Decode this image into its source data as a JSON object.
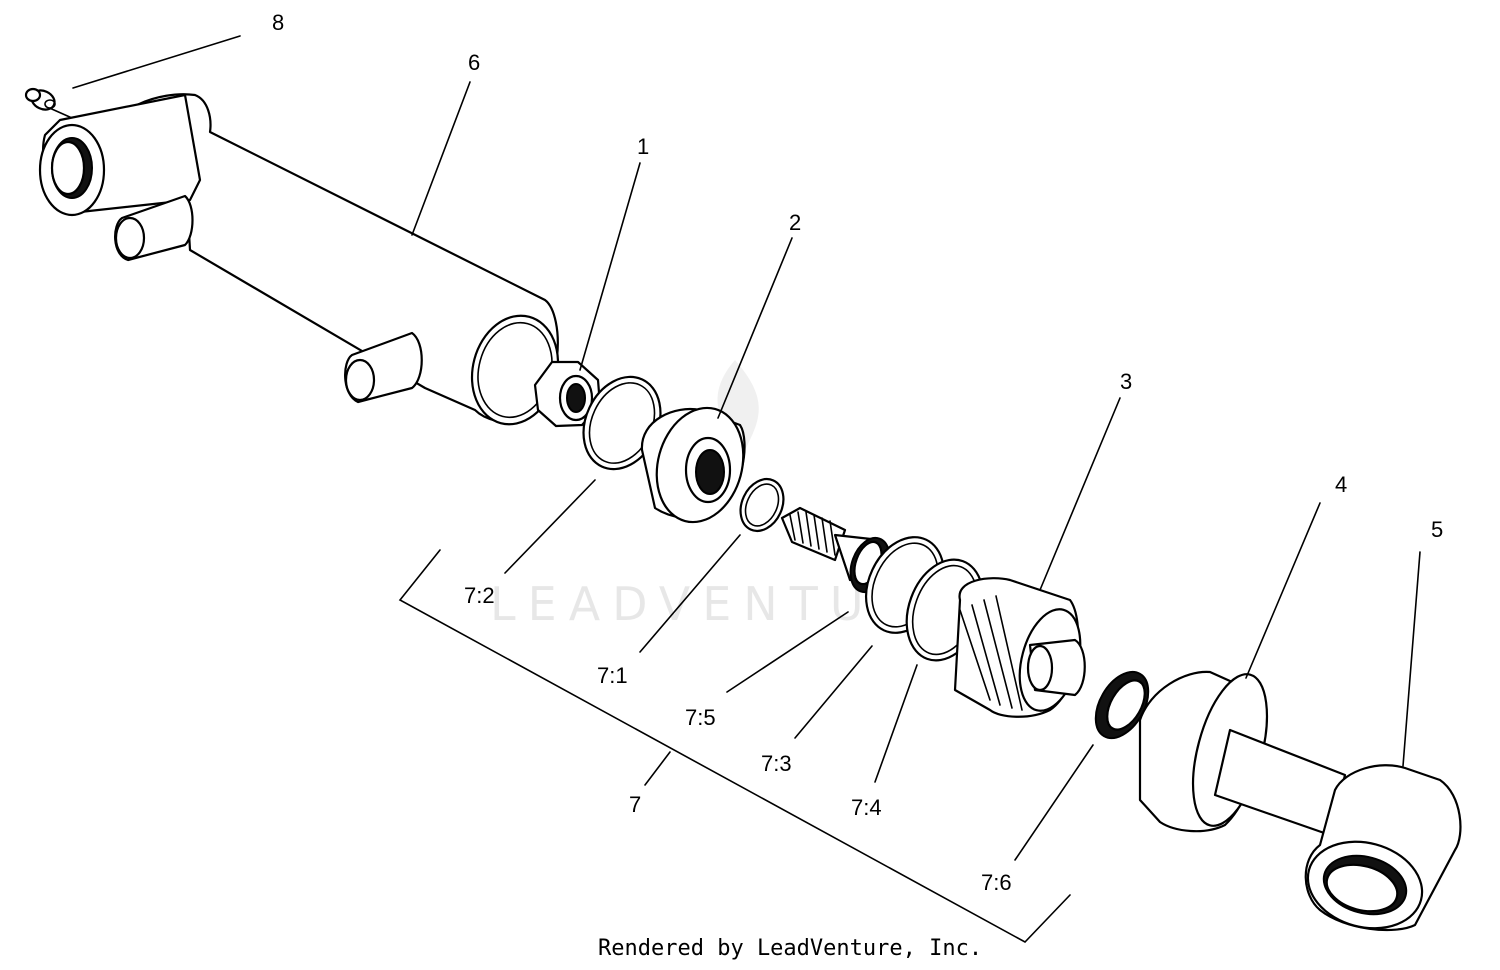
{
  "labels": {
    "p1": "1",
    "p2": "2",
    "p3": "3",
    "p4": "4",
    "p5": "5",
    "p6": "6",
    "p7": "7",
    "p8": "8",
    "s72": "7:2",
    "s71": "7:1",
    "s75": "7:5",
    "s73": "7:3",
    "s74": "7:4",
    "s76": "7:6"
  },
  "watermark": "LEADVENTURE",
  "credit": "Rendered by LeadVenture, Inc.",
  "colors": {
    "line": "#000000",
    "background": "#ffffff"
  }
}
